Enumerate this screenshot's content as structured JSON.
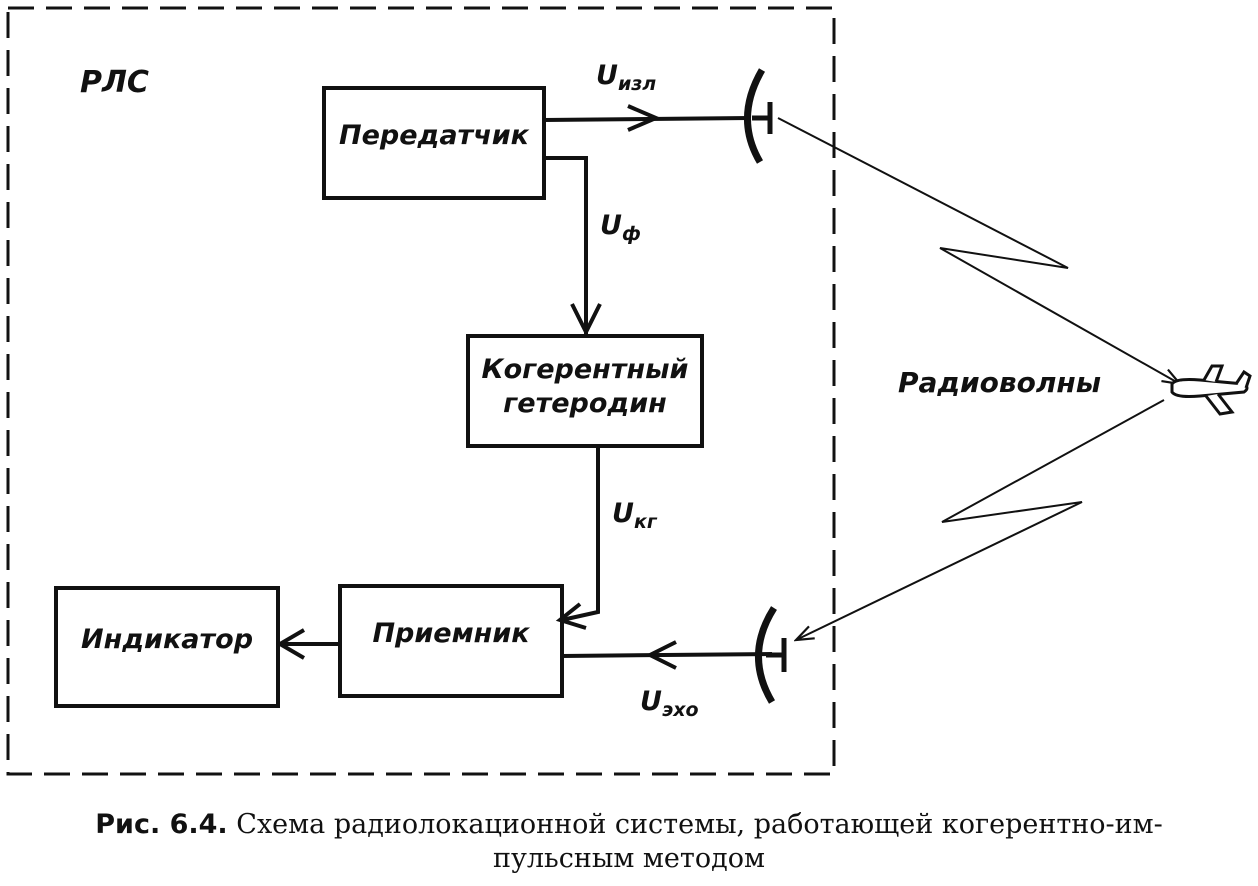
{
  "system_label": "РЛС",
  "blocks": {
    "transmitter": "Передатчик",
    "coherent_lo_line1": "Когерентный",
    "coherent_lo_line2": "гетеродин",
    "receiver": "Приемник",
    "indicator": "Индикатор"
  },
  "signals": {
    "emitted": {
      "main": "U",
      "sub": "изл"
    },
    "phase": {
      "main": "U",
      "sub": "ф"
    },
    "coherent": {
      "main": "U",
      "sub": "кг"
    },
    "echo": {
      "main": "U",
      "sub": "эхо"
    }
  },
  "radio_waves_label": "Радиоволны",
  "caption": {
    "number": "Рис. 6.4.",
    "text_line1": "Схема радиолокационной системы, работающей когерентно-им-",
    "text_line2": "пульсным методом"
  }
}
